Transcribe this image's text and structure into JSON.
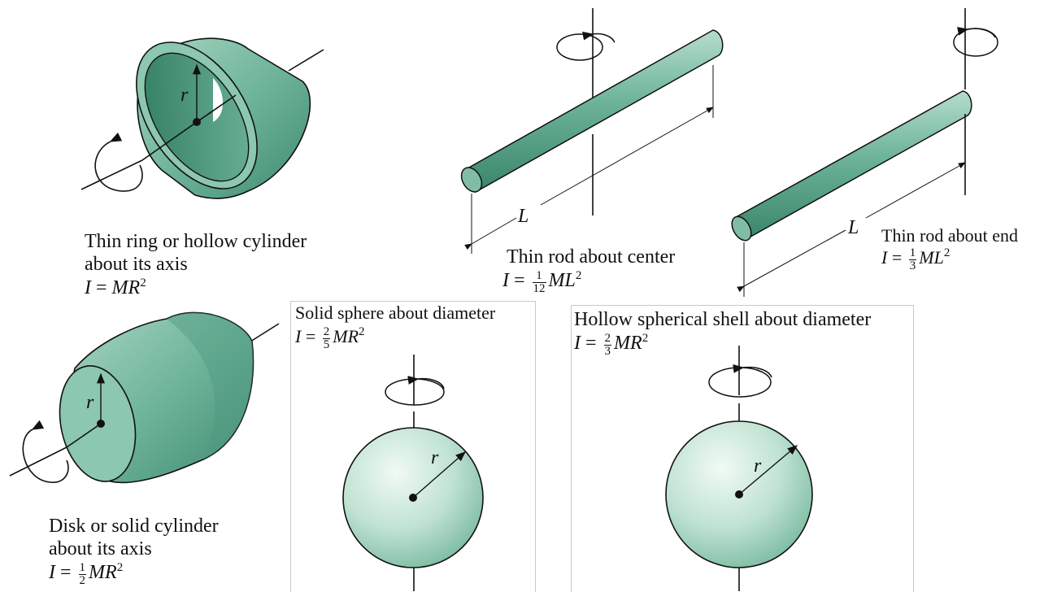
{
  "shapes": {
    "ring": {
      "desc_line1": "Thin ring or hollow cylinder",
      "desc_line2": "about its axis",
      "formula_lhs": "I",
      "formula_eq": " = ",
      "formula_rhs": "MR",
      "exponent": "2",
      "radius_label": "r"
    },
    "rod_center": {
      "desc_line1": "Thin rod about center",
      "formula_lhs": "I",
      "formula_eq": " =  ",
      "frac_num": "1",
      "frac_den": "12",
      "formula_rhs": "ML",
      "exponent": "2",
      "length_label": "L"
    },
    "rod_end": {
      "desc_line1": "Thin rod about end",
      "formula_lhs": "I",
      "formula_eq": " = ",
      "frac_num": "1",
      "frac_den": "3",
      "formula_rhs": "ML",
      "exponent": "2",
      "length_label": "L"
    },
    "disk": {
      "desc_line1": "Disk or solid cylinder",
      "desc_line2": "about its axis",
      "formula_lhs": "I",
      "formula_eq": " = ",
      "frac_num": "1",
      "frac_den": "2",
      "formula_rhs": "MR",
      "exponent": "2",
      "radius_label": "r"
    },
    "solid_sphere": {
      "desc_line1": "Solid sphere about diameter",
      "formula_lhs": "I",
      "formula_eq": " = ",
      "frac_num": "2",
      "frac_den": "5",
      "formula_rhs": "MR",
      "exponent": "2",
      "radius_label": "r"
    },
    "hollow_sphere": {
      "desc_line1": "Hollow spherical shell about diameter",
      "formula_lhs": "I",
      "formula_eq": " = ",
      "frac_num": "2",
      "frac_den": "3",
      "formula_rhs": "MR",
      "exponent": "2",
      "radius_label": "r"
    }
  },
  "colors": {
    "body": "#5fa88f",
    "body_light": "#b9e0cf",
    "body_dark": "#2f7a60",
    "outline": "#1a1a1a"
  }
}
